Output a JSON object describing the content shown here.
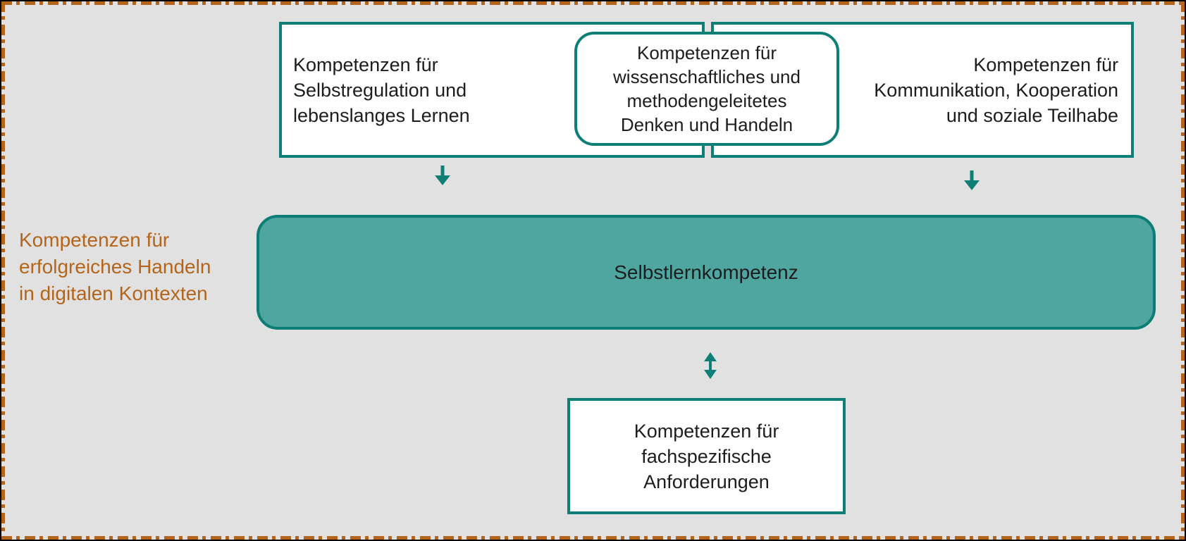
{
  "palette": {
    "canvas_background": "#e0e1e0",
    "frame_dash_color": "#b4641b",
    "outer_edge_color": "#000000",
    "teal_border": "#0d7f77",
    "teal_fill": "#4fa6a0",
    "box_fill": "#ffffff",
    "text_color": "#1d1d1d",
    "side_label_color": "#b5651a"
  },
  "side_label": {
    "lines": [
      "Kompetenzen für",
      "erfolgreiches Handeln",
      "in digitalen Kontexten"
    ]
  },
  "boxes": {
    "top_left": {
      "lines": [
        "Kompetenzen für",
        "Selbstregulation und",
        "lebenslanges Lernen"
      ]
    },
    "top_center": {
      "lines": [
        "Kompetenzen für",
        "wissenschaftliches und",
        "methodengeleitetes",
        "Denken und Handeln"
      ]
    },
    "top_right": {
      "lines": [
        "Kompetenzen für",
        "Kommunikation, Kooperation",
        "und soziale Teilhabe"
      ]
    },
    "middle": {
      "label": "Selbstlernkompetenz"
    },
    "bottom": {
      "lines": [
        "Kompetenzen für",
        "fachspezifische",
        "Anforderungen"
      ]
    }
  },
  "icons": {
    "left_arrow": "arrow-down",
    "right_arrow": "arrow-down",
    "center_arrow": "arrow-up-down"
  }
}
